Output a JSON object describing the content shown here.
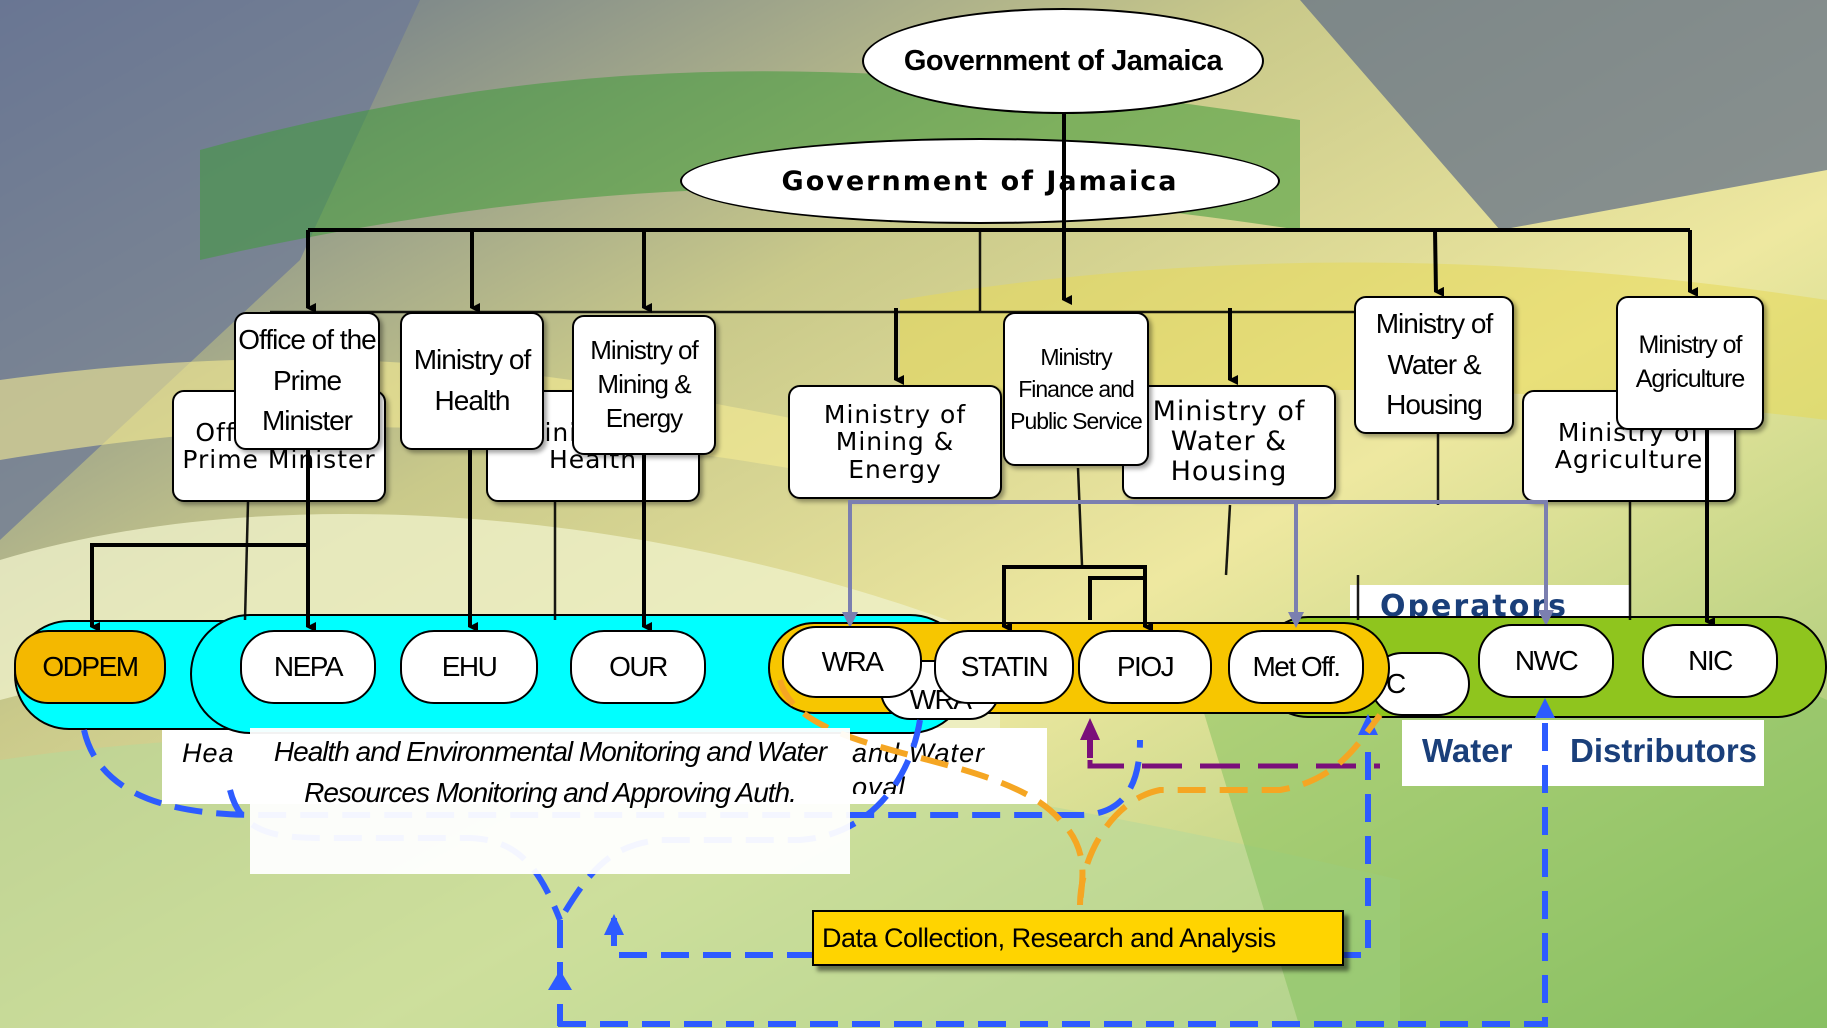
{
  "colors": {
    "sky": "#5a6a86",
    "yellow": "#f1e07a",
    "green": "#5fa642",
    "health_env_band": "#00ffff",
    "water_resources_band": "#f7c600",
    "operators_band": "#8fc51e",
    "odpem": "#f4b800",
    "data_box": "#ffd400",
    "dash_blue": "#2d5bff",
    "dash_orange": "#f5a623",
    "purple_line": "#7b7fb0",
    "purple_dash": "#7a0f7a",
    "navy_text": "#1a3f7a"
  },
  "top": {
    "title_front": "Government of Jamaica",
    "title_back": "Government of Jamaica"
  },
  "ghost_ministries": {
    "opm": "Office of the Prime Minister",
    "health": "Ministry of Health",
    "mining": "Ministry of Mining & Energy",
    "water": "Ministry of Water & Housing",
    "agri": "Ministry of Agriculture"
  },
  "ministries": {
    "opm": "Office of the Prime Minister",
    "health": "Ministry of Health",
    "mining": "Ministry of Mining & Energy",
    "finance": "Ministry Finance and Public Service",
    "water": "Ministry of Water & Housing",
    "agri": "Ministry of Agriculture"
  },
  "agencies": {
    "odpem": "ODPEM",
    "nepa": "NEPA",
    "ehu": "EHU",
    "our": "OUR",
    "wra": "WRA",
    "statin": "STATIN",
    "pioj": "PIOJ",
    "met": "Met Off.",
    "nwc": "NWC",
    "nic": "NIC"
  },
  "labels": {
    "operators": "Operators",
    "water_distributors_1": "Water",
    "water_distributors_2": "Distributors",
    "monitoring_front": "Health and Environmental Monitoring and Water Resources Monitoring and Approving Auth.",
    "monitoring_back_left": "Hea",
    "monitoring_back_right": "and Water",
    "monitoring_back_sub": "oval",
    "data_collection": "Data Collection, Research and Analysis",
    "behind_wra": "WRA",
    "behind_c": "C"
  }
}
